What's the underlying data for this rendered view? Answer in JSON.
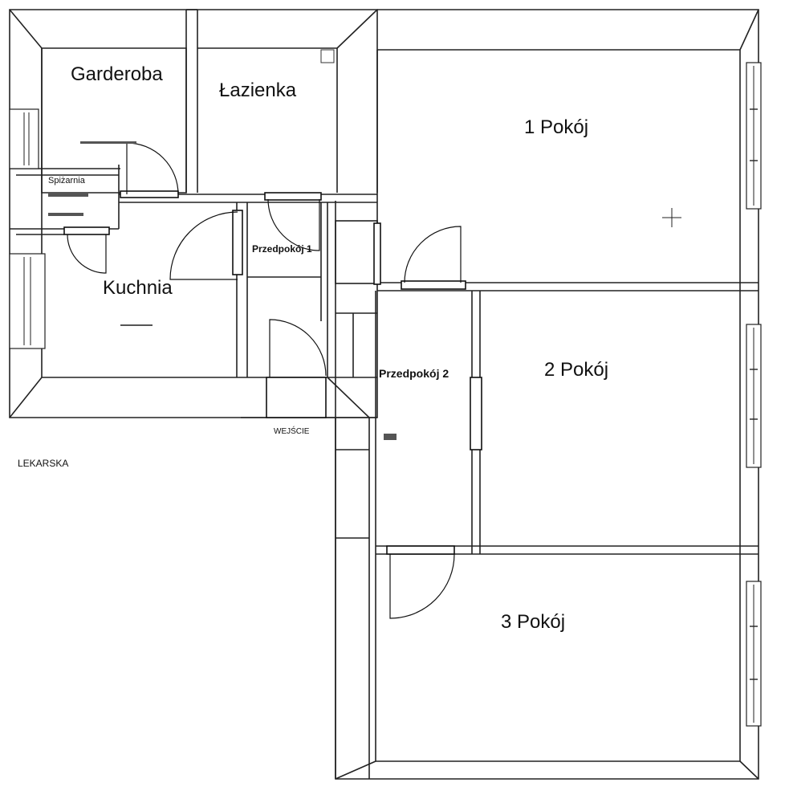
{
  "rooms": {
    "garderoba": "Garderoba",
    "lazienka": "Łazienka",
    "spizarnia": "Spiżarnia",
    "kuchnia": "Kuchnia",
    "przedpokoj1": "Przedpokój 1",
    "przedpokoj2": "Przedpokój 2",
    "pokoj1": "1 Pokój",
    "pokoj2": "2  Pokój",
    "pokoj3": "3  Pokój"
  },
  "labels": {
    "entrance": "WEJŚCIE",
    "street": "LEKARSKA"
  }
}
